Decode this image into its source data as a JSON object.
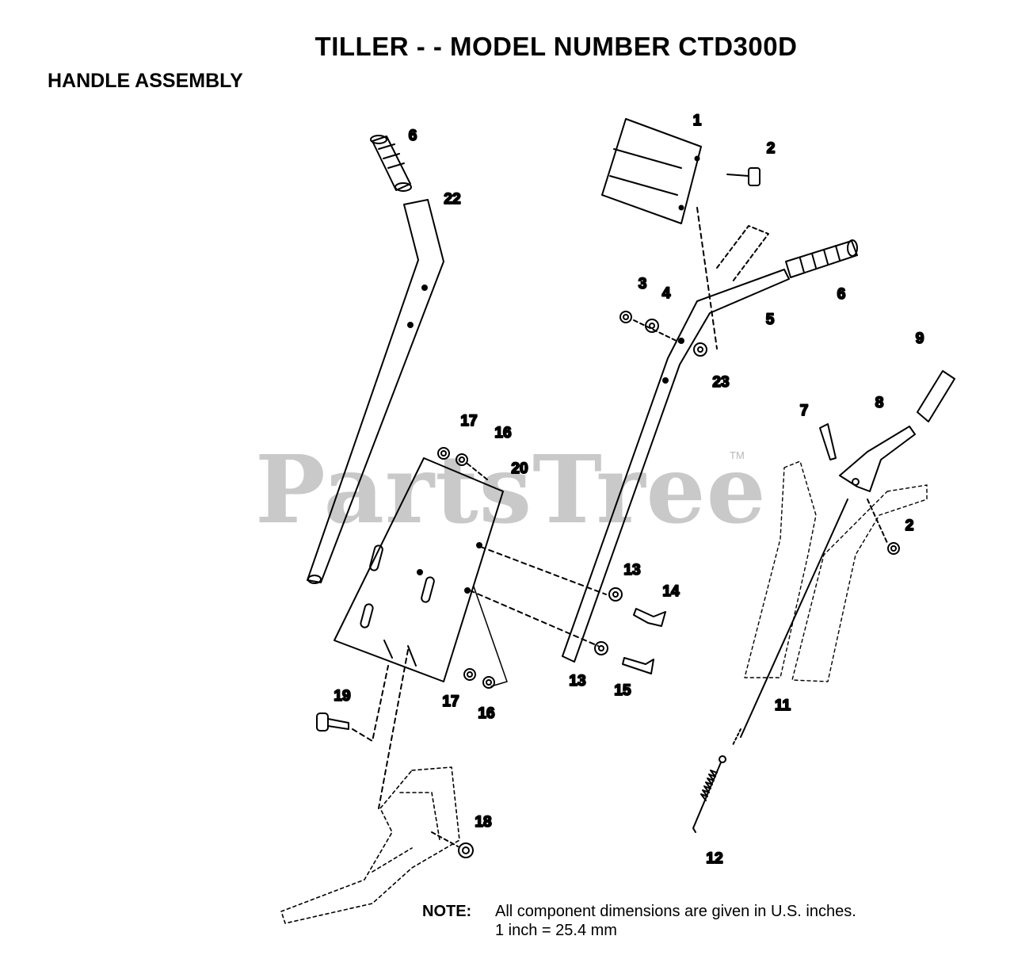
{
  "header": {
    "title": "TILLER - - MODEL NUMBER CTD300D",
    "subtitle": "HANDLE ASSEMBLY"
  },
  "watermark": {
    "text": "PartsTree",
    "tm": "TM"
  },
  "callouts": {
    "c1": "1",
    "c2a": "2",
    "c2b": "2",
    "c3": "3",
    "c4": "4",
    "c5": "5",
    "c6a": "6",
    "c6b": "6",
    "c7": "7",
    "c8": "8",
    "c9": "9",
    "c11": "11",
    "c12": "12",
    "c13a": "13",
    "c13b": "13",
    "c14": "14",
    "c15": "15",
    "c16a": "16",
    "c16b": "16",
    "c17a": "17",
    "c17b": "17",
    "c18": "18",
    "c19": "19",
    "c20": "20",
    "c22": "22",
    "c23": "23"
  },
  "note": {
    "label": "NOTE:",
    "text": "All component dimensions are given in U.S. inches.",
    "conversion": "1 inch = 25.4 mm"
  }
}
